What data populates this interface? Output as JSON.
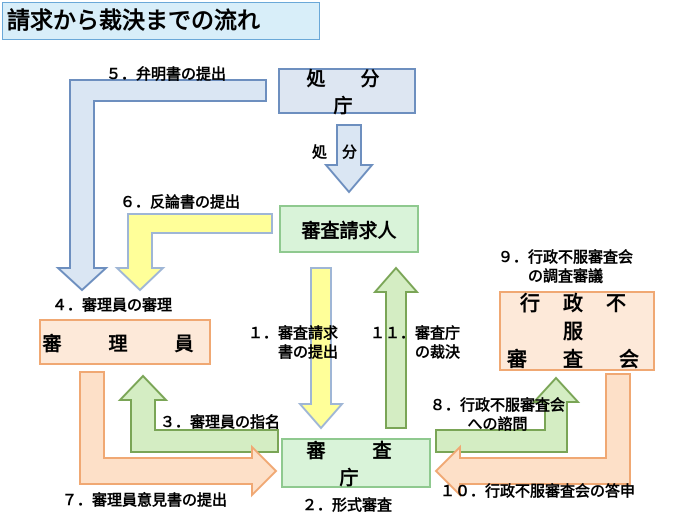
{
  "title": "請求から裁決までの流れ",
  "nodes": {
    "shobuncho": "処　分　庁",
    "shinsaseikyunin": "審査請求人",
    "shinriin": "審　理　員",
    "gyoseifufuku": "行 政 不 服\n審　査　会",
    "shinsacho": "審　査　庁"
  },
  "labels": {
    "shobun": "処　分",
    "step1": "１．審査請求\n書の提出",
    "step2": "２．形式審査",
    "step3": "３．審理員の指名",
    "step4": "４．審理員の審理",
    "step5": "５．弁明書の提出",
    "step6": "６．反論書の提出",
    "step7": "７．審理員意見書の提出",
    "step8": "８．行政不服審査会\nへの諮問",
    "step9": "９．行政不服審査会\nの調査審議",
    "step10": "１０．行政不服審査会の答申",
    "step11": "１１．審査庁\nの裁決"
  },
  "colors": {
    "blue_fill": "#dae6f3",
    "blue_stroke": "#6d8fbf",
    "yellow_fill": "#ffff99",
    "yellow_stroke": "#9fb6d6",
    "green_fill": "#d4edc3",
    "green_stroke": "#7aa556",
    "orange_fill": "#fde0c8",
    "orange_stroke": "#f0a873"
  }
}
